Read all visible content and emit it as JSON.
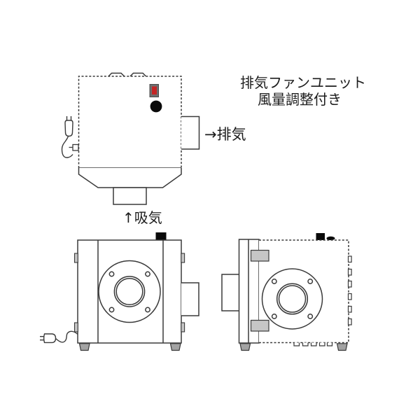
{
  "title": {
    "line1": "排気ファンユニット",
    "line2": "風量調整付き"
  },
  "labels": {
    "exhaust": "→排気",
    "intake": "↑吸気"
  },
  "colors": {
    "background": "#ffffff",
    "line": "#3a3a3a",
    "text": "#1c1c1c",
    "switch_red": "#c42525",
    "switch_frame": "#6f6f6f",
    "knob_black": "#0a0a0a",
    "latch_gray": "#c6c6c6",
    "foot_gray": "#a3a3a3"
  }
}
